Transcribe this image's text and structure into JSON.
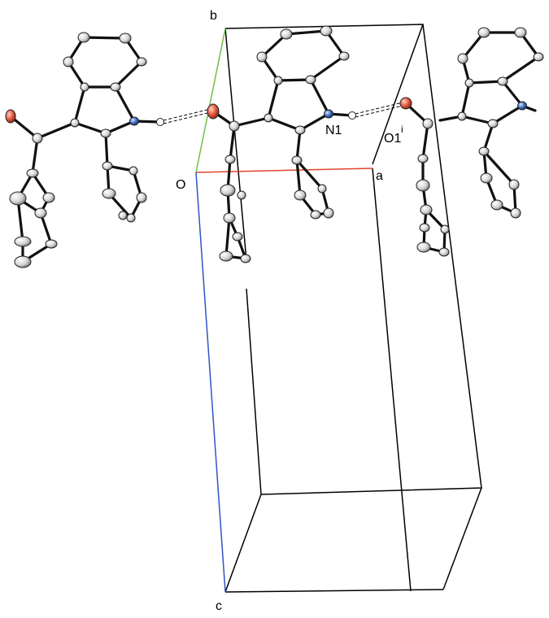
{
  "figure": {
    "axis_labels": {
      "a": "a",
      "b": "b",
      "c": "c",
      "origin": "O"
    },
    "atom_labels": {
      "nitrogen": "N1",
      "oxygen": "O1",
      "oxygen_symmetry": "i"
    },
    "colors": {
      "axis_a": "#e0452a",
      "axis_b": "#6cbf4a",
      "axis_c": "#2f55c8",
      "oxygen": "#e2583e",
      "nitrogen": "#3d6fc8",
      "carbon": "#dcdcdc",
      "bonds": "#111111",
      "cell": "#000000"
    }
  }
}
